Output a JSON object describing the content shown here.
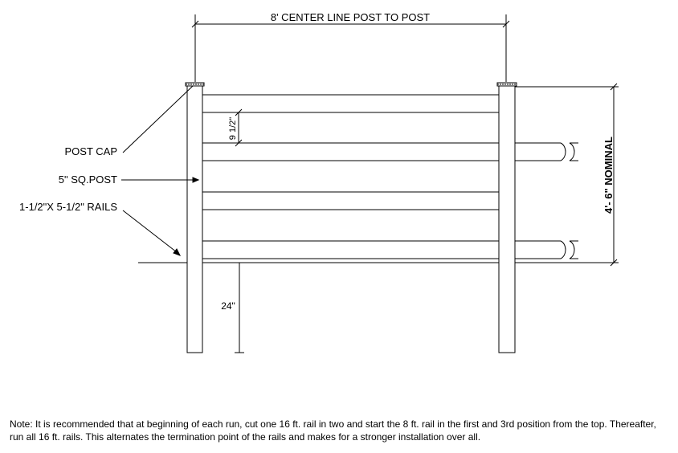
{
  "drawing": {
    "dimension_top": "8' CENTER LINE POST TO POST",
    "dimension_height": "4'- 6\" NOMINAL",
    "rail_spacing": "9 1/2\"",
    "post_depth": "24\"",
    "labels": {
      "post_cap": "POST CAP",
      "post": "5\" SQ.POST",
      "rails": "1-1/2\"X 5-1/2\" RAILS"
    }
  },
  "note": "Note: It is recommended that at beginning of each run, cut one 16 ft. rail in two and start the 8 ft. rail in the first and 3rd position from the top. Thereafter, run all 16 ft. rails.  This alternates the termination point of the rails and makes for a stronger installation over all."
}
